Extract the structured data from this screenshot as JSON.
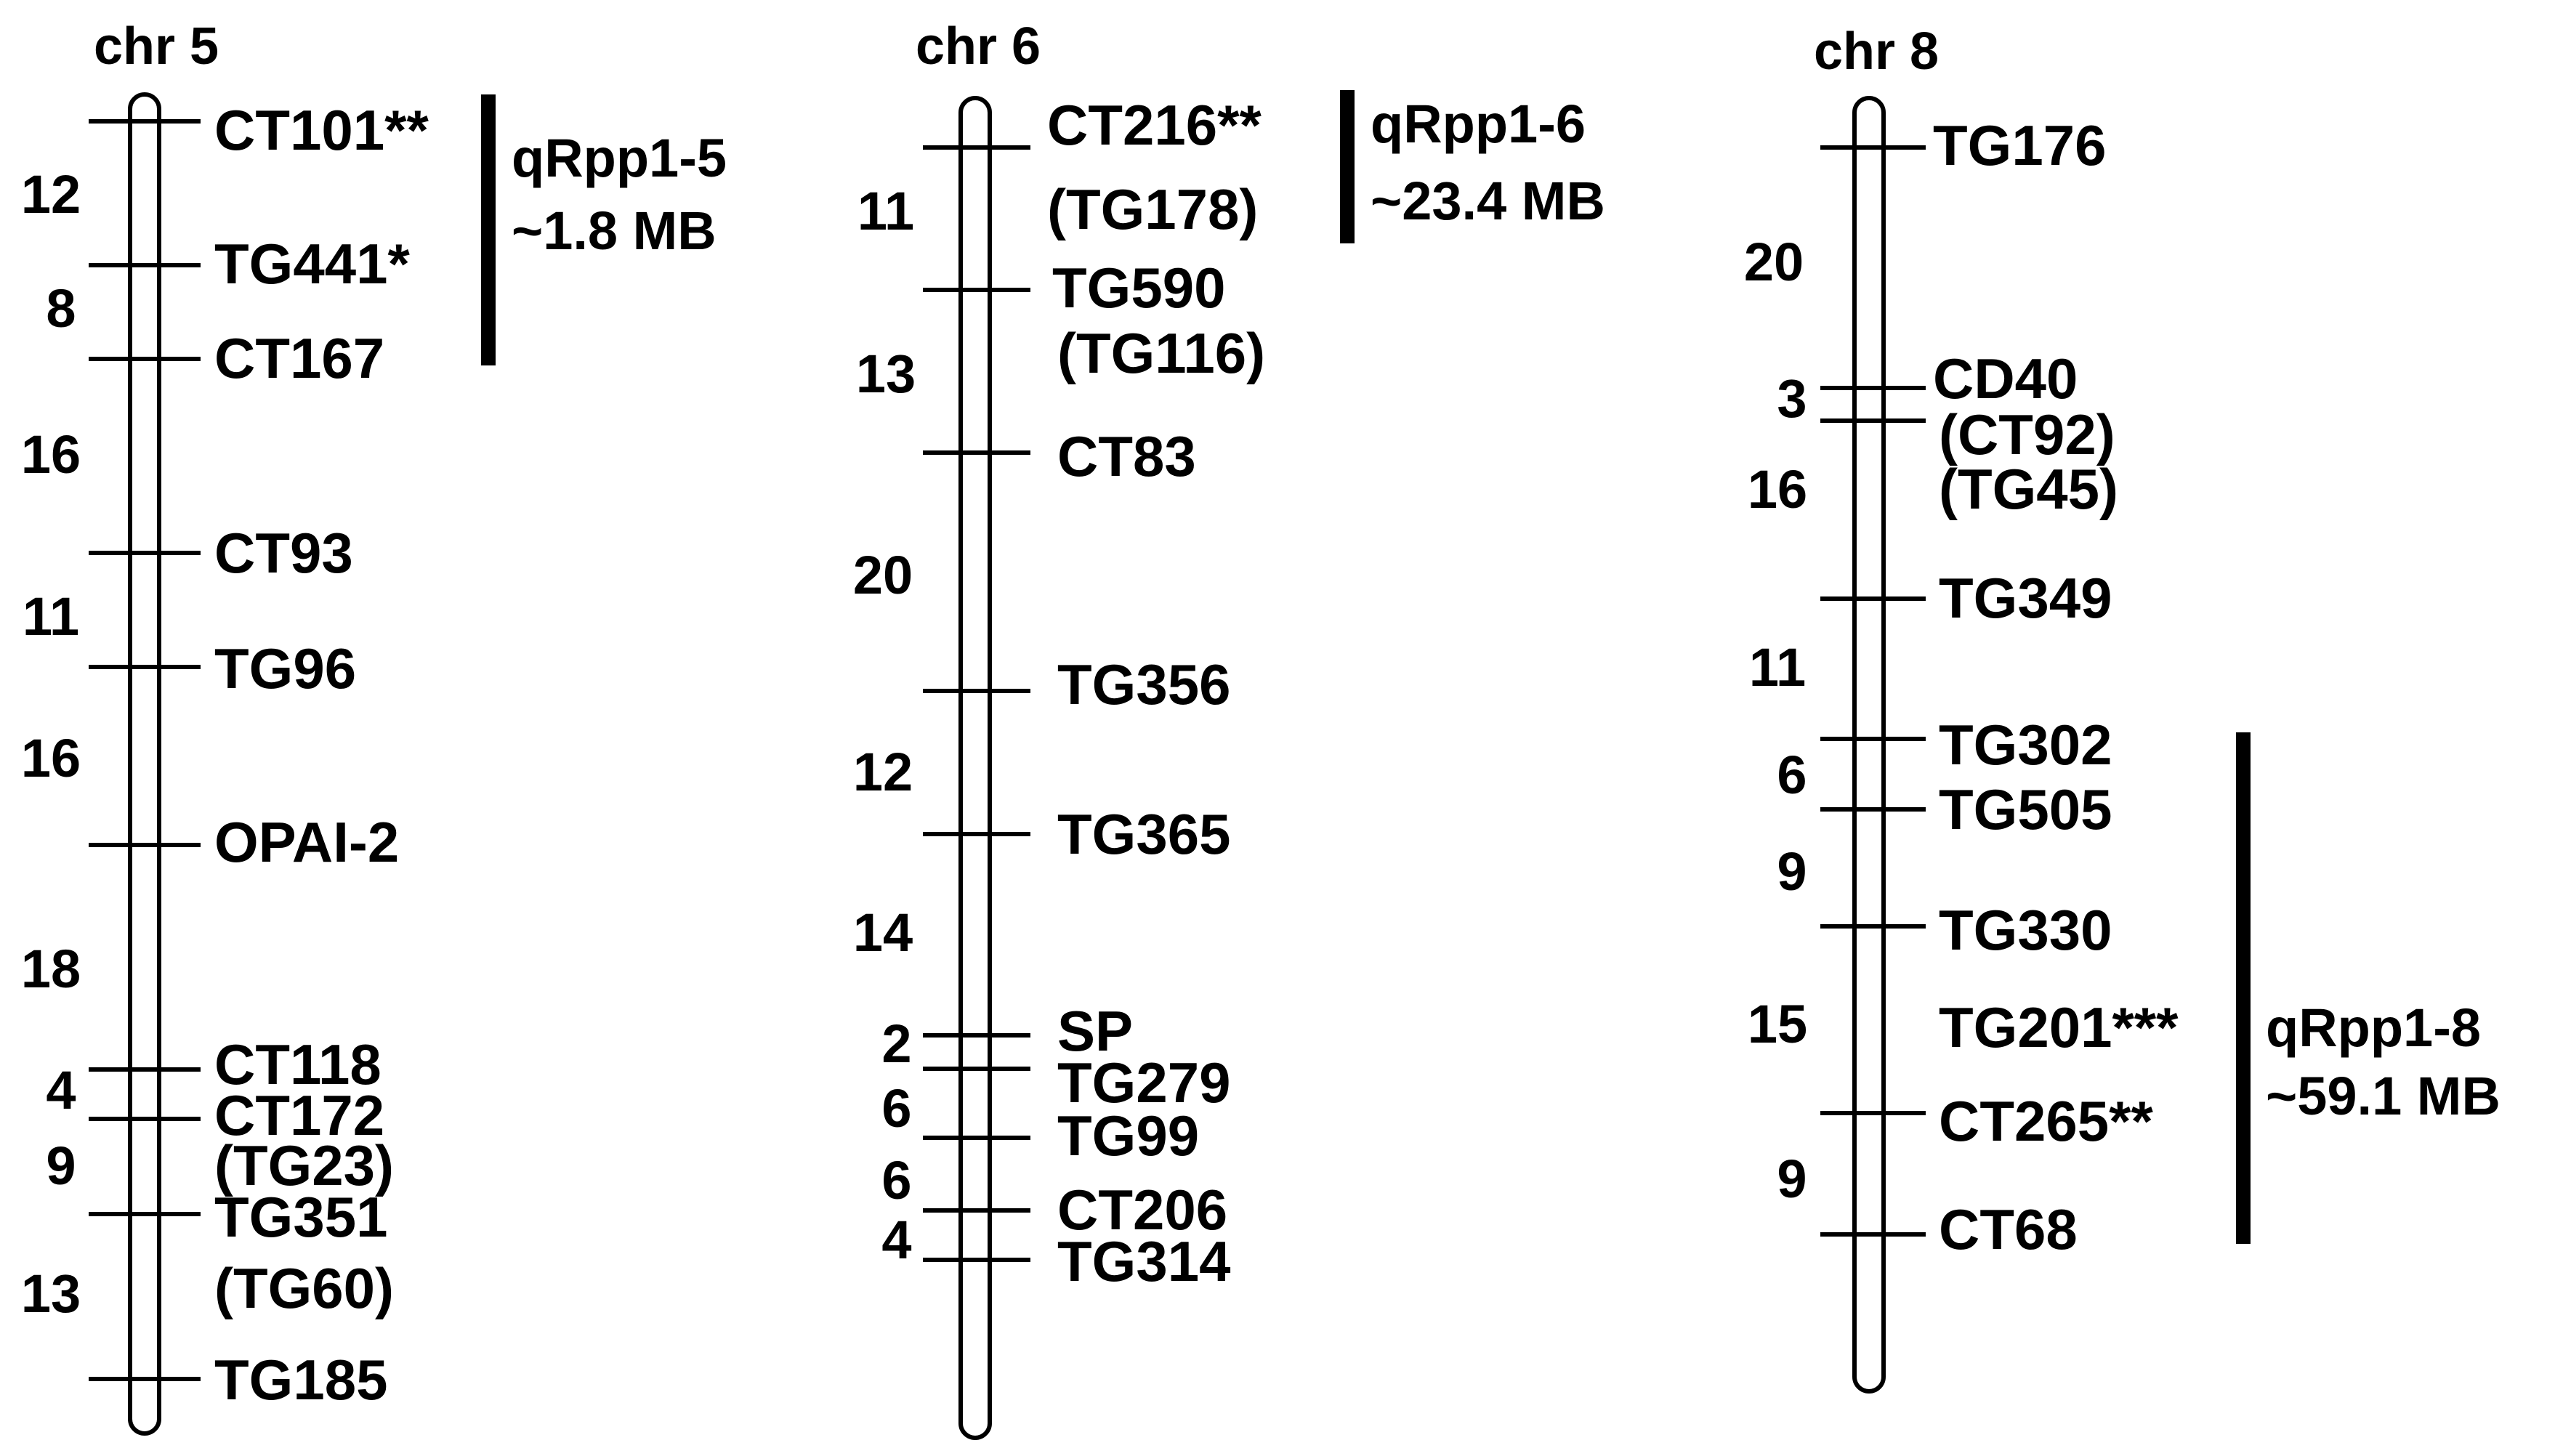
{
  "colors": {
    "stroke": "#000000",
    "background": "#ffffff",
    "text": "#000000"
  },
  "chromosomes": [
    {
      "id": "chr5",
      "title": "chr 5",
      "markers": [
        {
          "lines": [
            "CT101**"
          ]
        },
        {
          "lines": [
            "TG441*"
          ]
        },
        {
          "lines": [
            "CT167"
          ]
        },
        {
          "lines": [
            "CT93"
          ]
        },
        {
          "lines": [
            "TG96"
          ]
        },
        {
          "lines": [
            "OPAI-2"
          ]
        },
        {
          "lines": [
            "CT118"
          ]
        },
        {
          "lines": [
            "CT172",
            "(TG23)"
          ]
        },
        {
          "lines": [
            "TG351",
            "(TG60)"
          ]
        },
        {
          "lines": [
            "TG185"
          ]
        }
      ],
      "distances": [
        "12",
        "8",
        "16",
        "11",
        "16",
        "18",
        "4",
        "9",
        "13"
      ],
      "qtl": {
        "name": "qRpp1-5",
        "size": "~1.8 MB"
      }
    },
    {
      "id": "chr6",
      "title": "chr 6",
      "markers": [
        {
          "lines": [
            "CT216**",
            "(TG178)"
          ]
        },
        {
          "lines": [
            "TG590",
            "(TG116)"
          ]
        },
        {
          "lines": [
            "CT83"
          ]
        },
        {
          "lines": [
            "TG356"
          ]
        },
        {
          "lines": [
            "TG365"
          ]
        },
        {
          "lines": [
            "SP"
          ]
        },
        {
          "lines": [
            "TG279"
          ]
        },
        {
          "lines": [
            "TG99"
          ]
        },
        {
          "lines": [
            "CT206"
          ]
        },
        {
          "lines": [
            "TG314"
          ]
        }
      ],
      "distances": [
        "11",
        "13",
        "20",
        "12",
        "14",
        "2",
        "6",
        "6",
        "4"
      ],
      "qtl": {
        "name": "qRpp1-6",
        "size": "~23.4 MB"
      }
    },
    {
      "id": "chr8",
      "title": "chr 8",
      "markers": [
        {
          "lines": [
            "TG176"
          ]
        },
        {
          "lines": [
            "CD40"
          ]
        },
        {
          "lines": [
            "(CT92)",
            "(TG45)"
          ]
        },
        {
          "lines": [
            "TG349"
          ]
        },
        {
          "lines": [
            "TG302"
          ]
        },
        {
          "lines": [
            "TG505"
          ]
        },
        {
          "lines": [
            "TG330"
          ]
        },
        {
          "lines": [
            "TG201***"
          ]
        },
        {
          "lines": [
            "CT265**"
          ]
        },
        {
          "lines": [
            "CT68"
          ]
        }
      ],
      "distances": [
        "20",
        "3",
        "16",
        "11",
        "6",
        "9",
        "15",
        "9"
      ],
      "qtl": {
        "name": "qRpp1-8",
        "size": "~59.1 MB"
      }
    }
  ]
}
